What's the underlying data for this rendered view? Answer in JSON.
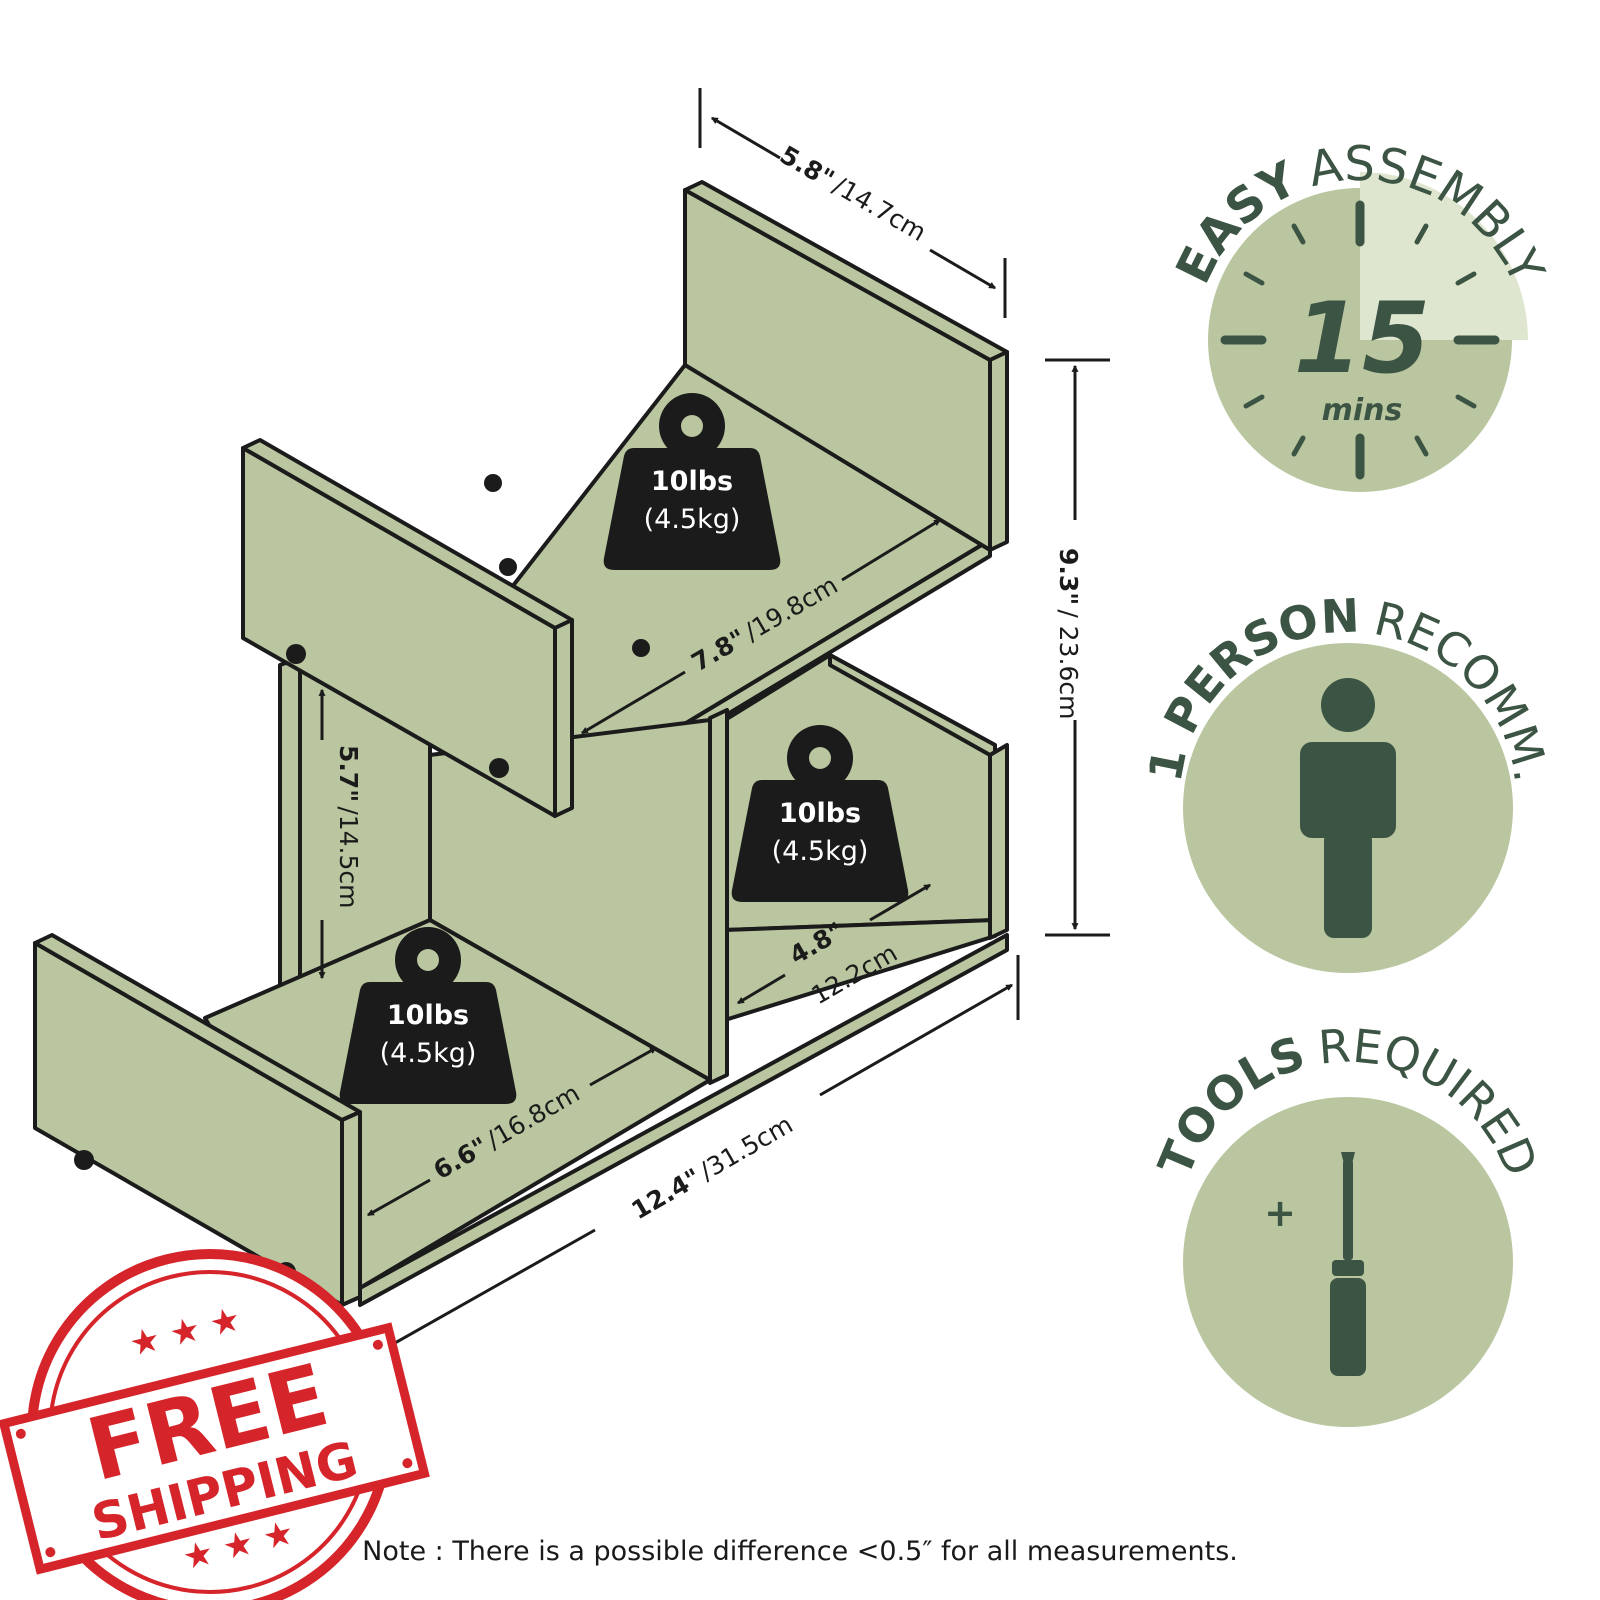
{
  "colors": {
    "panel": "#b9c69f",
    "outline": "#1b1b1b",
    "badge_circle": "#b9c69f",
    "badge_text": "#3c5443",
    "clock_wedge": "#dfe6cf",
    "stamp_red": "#d6252a"
  },
  "dimensions": {
    "depth": {
      "value": "5.8\"",
      "metric": "/14.7cm"
    },
    "height": {
      "value": "9.3\"",
      "metric": "/ 23.6cm"
    },
    "top_shelf_width": {
      "value": "7.8\"",
      "metric": "/19.8cm"
    },
    "side_height": {
      "value": "5.7\"",
      "metric": "/14.5cm"
    },
    "right_cubby_width": {
      "value": "4.8\"",
      "metric": "12.2cm"
    },
    "lower_left_width": {
      "value": "6.6\"",
      "metric": "/16.8cm"
    },
    "total_width": {
      "value": "12.4\"",
      "metric": "/31.5cm"
    }
  },
  "weights": [
    {
      "value": "10lbs",
      "metric": "(4.5kg)"
    },
    {
      "value": "10lbs",
      "metric": "(4.5kg)"
    },
    {
      "value": "10lbs",
      "metric": "(4.5kg)"
    }
  ],
  "badges": {
    "assembly": {
      "bold": "EASY",
      "light": "ASSEMBLY",
      "number": "15",
      "unit": "mins",
      "icon": "clock-icon"
    },
    "person": {
      "bold": "1 PERSON",
      "light": "RECOMM.",
      "icon": "person-icon"
    },
    "tools": {
      "bold": "TOOLS",
      "light": "REQUIRED",
      "icon": "screwdriver-icon",
      "symbol": "+"
    }
  },
  "stamp": {
    "line1": "FREE",
    "line2": "SHIPPING",
    "stars": "★ ★ ★"
  },
  "note": "Note : There is a possible difference <0.5″ for all measurements."
}
